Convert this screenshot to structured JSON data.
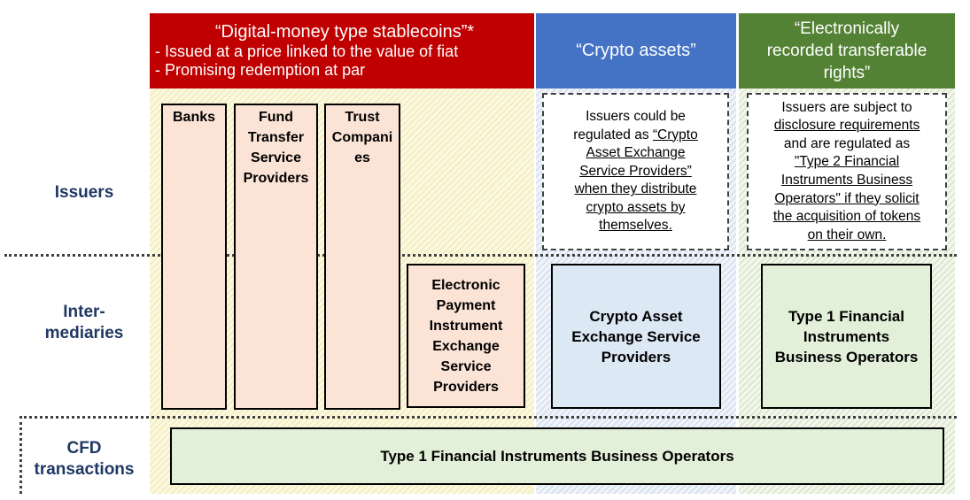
{
  "headers": {
    "stablecoins": {
      "title": "“Digital-money type stablecoins”*",
      "line1": "- Issued at a price linked to the value of fiat",
      "line2": "- Promising redemption at par",
      "color": "#c00000"
    },
    "crypto": {
      "title": "“Crypto assets”",
      "color": "#4472c4"
    },
    "rights": {
      "line1": "“Electronically",
      "line2": "recorded transferable",
      "line3": "rights”",
      "color": "#548235"
    }
  },
  "rows": {
    "issuers": "Issuers",
    "intermediaries_line1": "Inter-",
    "intermediaries_line2": "mediaries",
    "cfd_line1": "CFD",
    "cfd_line2": "transactions"
  },
  "issuer_boxes": {
    "banks": "Banks",
    "fund_transfer": [
      "Fund",
      "Transfer",
      "Service",
      "Providers"
    ],
    "trust": [
      "Trust",
      "Compani",
      "es"
    ]
  },
  "intermediary_boxes": {
    "epi": [
      "Electronic",
      "Payment",
      "Instrument",
      "Exchange",
      "Service",
      "Providers"
    ],
    "crypto_exchange": [
      "Crypto Asset",
      "Exchange Service",
      "Providers"
    ],
    "type1": [
      "Type 1 Financial",
      "Instruments",
      "Business Operators"
    ]
  },
  "notes": {
    "crypto": {
      "l1": "Issuers could be",
      "l2a": "regulated as ",
      "l2b": "“Crypto",
      "l3": "Asset Exchange",
      "l4": "Service Providers”",
      "l5": "when they distribute",
      "l6": "crypto assets by",
      "l7": "themselves."
    },
    "rights": {
      "l1": "Issuers are subject to",
      "l2": "disclosure requirements",
      "l3": "and are regulated as",
      "l4": "\"Type 2 Financial",
      "l5": "Instruments Business",
      "l6": "Operators\" if they solicit",
      "l7": "the acquisition of tokens",
      "l8": "on their own."
    }
  },
  "cfd_box": "Type 1 Financial Instruments Business Operators"
}
